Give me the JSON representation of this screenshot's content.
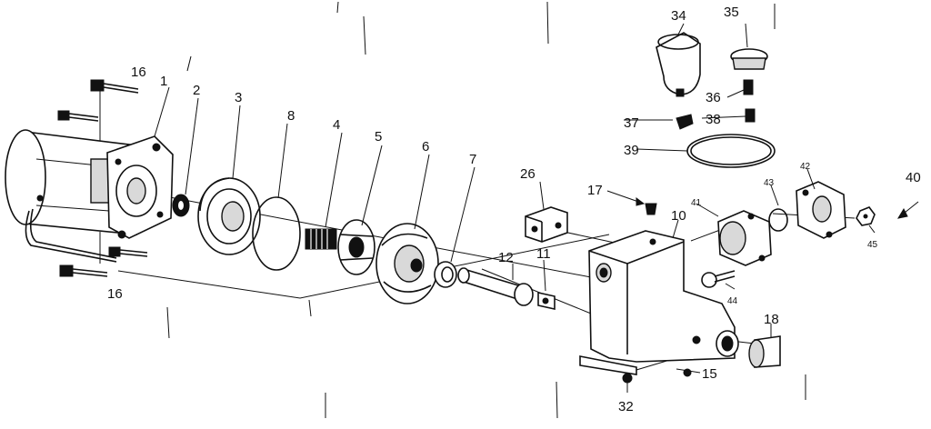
{
  "labels": {
    "p1": "1",
    "p2": "2",
    "p3": "3",
    "p4": "4",
    "p5": "5",
    "p6": "6",
    "p7": "7",
    "p8": "8",
    "p10": "10",
    "p11": "11",
    "p12": "12",
    "p15": "15",
    "p16a": "16",
    "p16b": "16",
    "p17": "17",
    "p18": "18",
    "p26": "26",
    "p32": "32",
    "p34": "34",
    "p35": "35",
    "p36": "36",
    "p37": "37",
    "p38": "38",
    "p39": "39",
    "p40": "40",
    "p41": "41",
    "p42": "42",
    "p43": "43",
    "p44": "44",
    "p45": "45"
  }
}
